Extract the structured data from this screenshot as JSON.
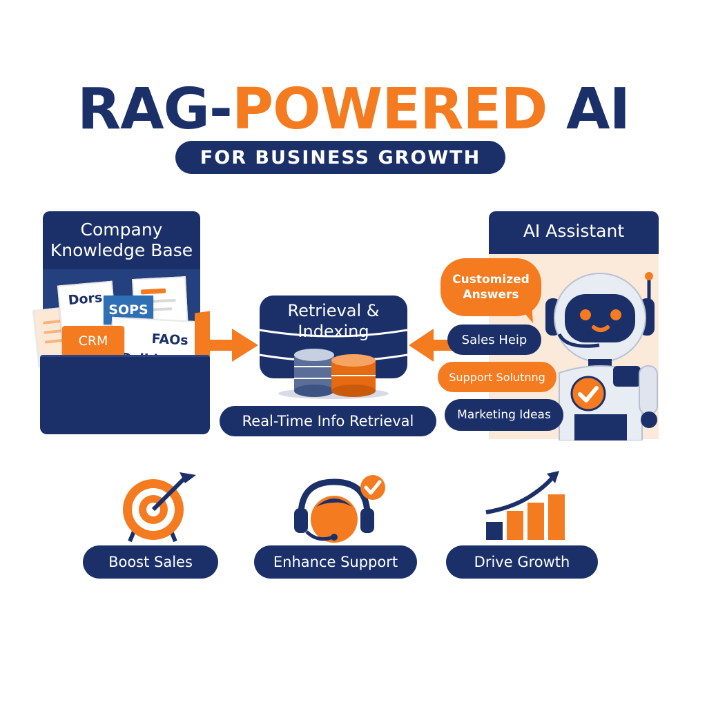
{
  "title": {
    "part1": "RAG-",
    "part2": "POWERED",
    "part3": " AI",
    "subtitle": "FOR BUSINESS GROWTH"
  },
  "knowledge_base": {
    "title_line1": "Company",
    "title_line2": "Knowledge Base",
    "docs": [
      "Dors",
      "SOPS",
      "CRM",
      "FAOs",
      "Polldes"
    ]
  },
  "center": {
    "db_line1": "Retrieval &",
    "db_line2": "Indexing",
    "retrieval_label": "Real-Time Info Retrieval"
  },
  "assistant": {
    "title": "AI Assistant",
    "bubbles": {
      "customized_line1": "Customized",
      "customized_line2": "Answers",
      "sales": "Sales Heip",
      "support": "Support Solutnng",
      "marketing": "Marketing Ideas"
    }
  },
  "outcomes": {
    "boost": "Boost Sales",
    "support": "Enhance Support",
    "growth": "Drive Growth"
  },
  "colors": {
    "navy": "#1b3068",
    "orange": "#f47b20",
    "peach": "#fbe9da"
  },
  "icons": [
    "folder-icon",
    "database-icon",
    "robot-icon",
    "target-icon",
    "headset-icon",
    "growth-chart-icon",
    "arrow-right-icon",
    "arrow-left-icon",
    "checkmark-icon"
  ]
}
